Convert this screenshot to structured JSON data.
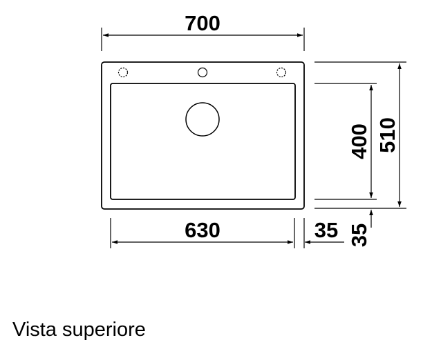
{
  "drawing": {
    "dimensions": {
      "overall_width": "700",
      "bowl_width": "630",
      "right_margin": "35",
      "overall_depth": "510",
      "bowl_depth": "400",
      "bottom_margin": "35"
    },
    "features": {
      "tap_holes": [
        "optional-tap-hole",
        "tap-hole",
        "optional-tap-hole"
      ],
      "drain": "drain-outlet"
    }
  },
  "caption": "Vista superiore"
}
